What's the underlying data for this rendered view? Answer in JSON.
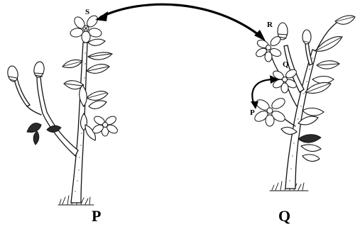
{
  "labels": {
    "flower_s": "S",
    "flower_r": "R",
    "flower_q": "Q",
    "flower_p": "P",
    "plant_left": "P",
    "plant_right": "Q"
  }
}
